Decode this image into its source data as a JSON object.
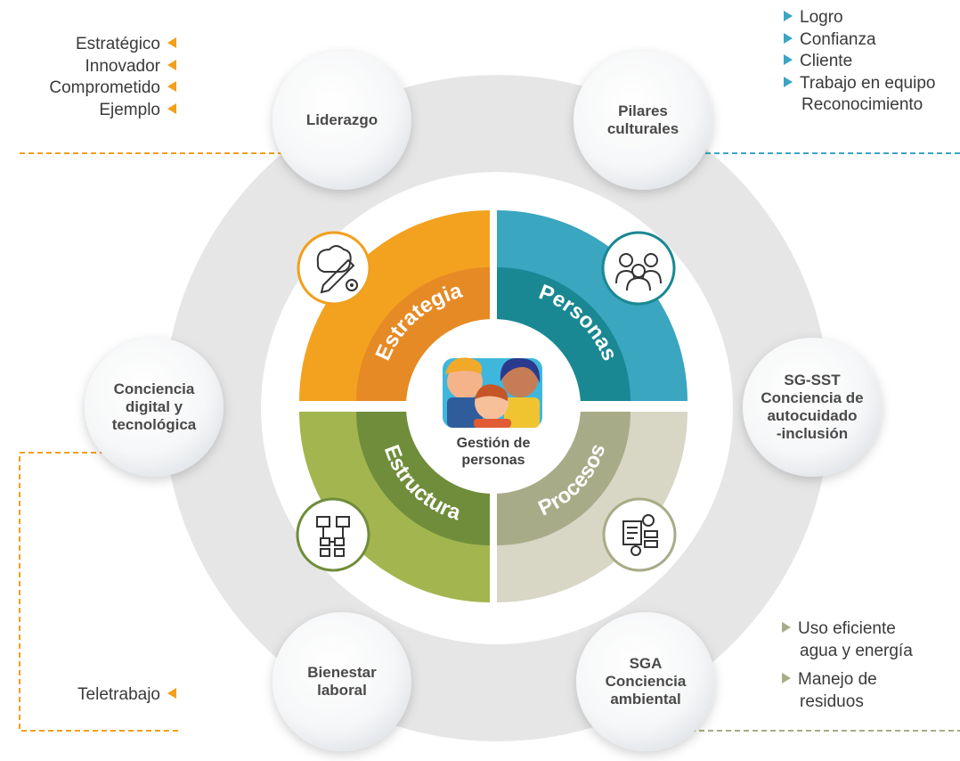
{
  "colors": {
    "orange": "#f3a21f",
    "orange_dark": "#e68a25",
    "teal": "#3aa6c0",
    "teal_dark": "#1a8892",
    "green": "#a3b54f",
    "green_dark": "#6f8d3b",
    "grey": "#d8d6c4",
    "grey_dark": "#a8ab87",
    "outer_ring": "#e6e6e6",
    "orange_line": "#f29f1c",
    "blue_line": "#3aa5c4",
    "grey_line": "#a7ad86"
  },
  "center": {
    "title": "Gestión de\npersonas",
    "image": "people-group-illustration"
  },
  "quadrants": [
    {
      "label": "Estrategia",
      "icon": "strategy-brain-pencil-gear-icon"
    },
    {
      "label": "Personas",
      "icon": "people-group-icon"
    },
    {
      "label": "Estructura",
      "icon": "org-chart-icon"
    },
    {
      "label": "Procesos",
      "icon": "process-document-gear-icon"
    }
  ],
  "satellites": [
    {
      "label": "Liderazgo"
    },
    {
      "label": "Pilares\nculturales"
    },
    {
      "label": "Conciencia\ndigital y\ntecnológica"
    },
    {
      "label": "SG-SST\nConciencia de\nautocuidado\n-inclusión"
    },
    {
      "label": "Bienestar\nlaboral"
    },
    {
      "label": "SGA\nConciencia\nambiental"
    }
  ],
  "lists": {
    "liderazgo": [
      "Estratégico",
      "Innovador",
      "Comprometido",
      "Ejemplo"
    ],
    "pilares": [
      "Logro",
      "Confianza",
      "Cliente",
      "Trabajo en equipo",
      "Reconocimiento"
    ],
    "digital": [
      "Teletrabajo"
    ],
    "sga": [
      "Uso eficiente",
      "agua y energía",
      "Manejo de",
      "residuos"
    ]
  }
}
